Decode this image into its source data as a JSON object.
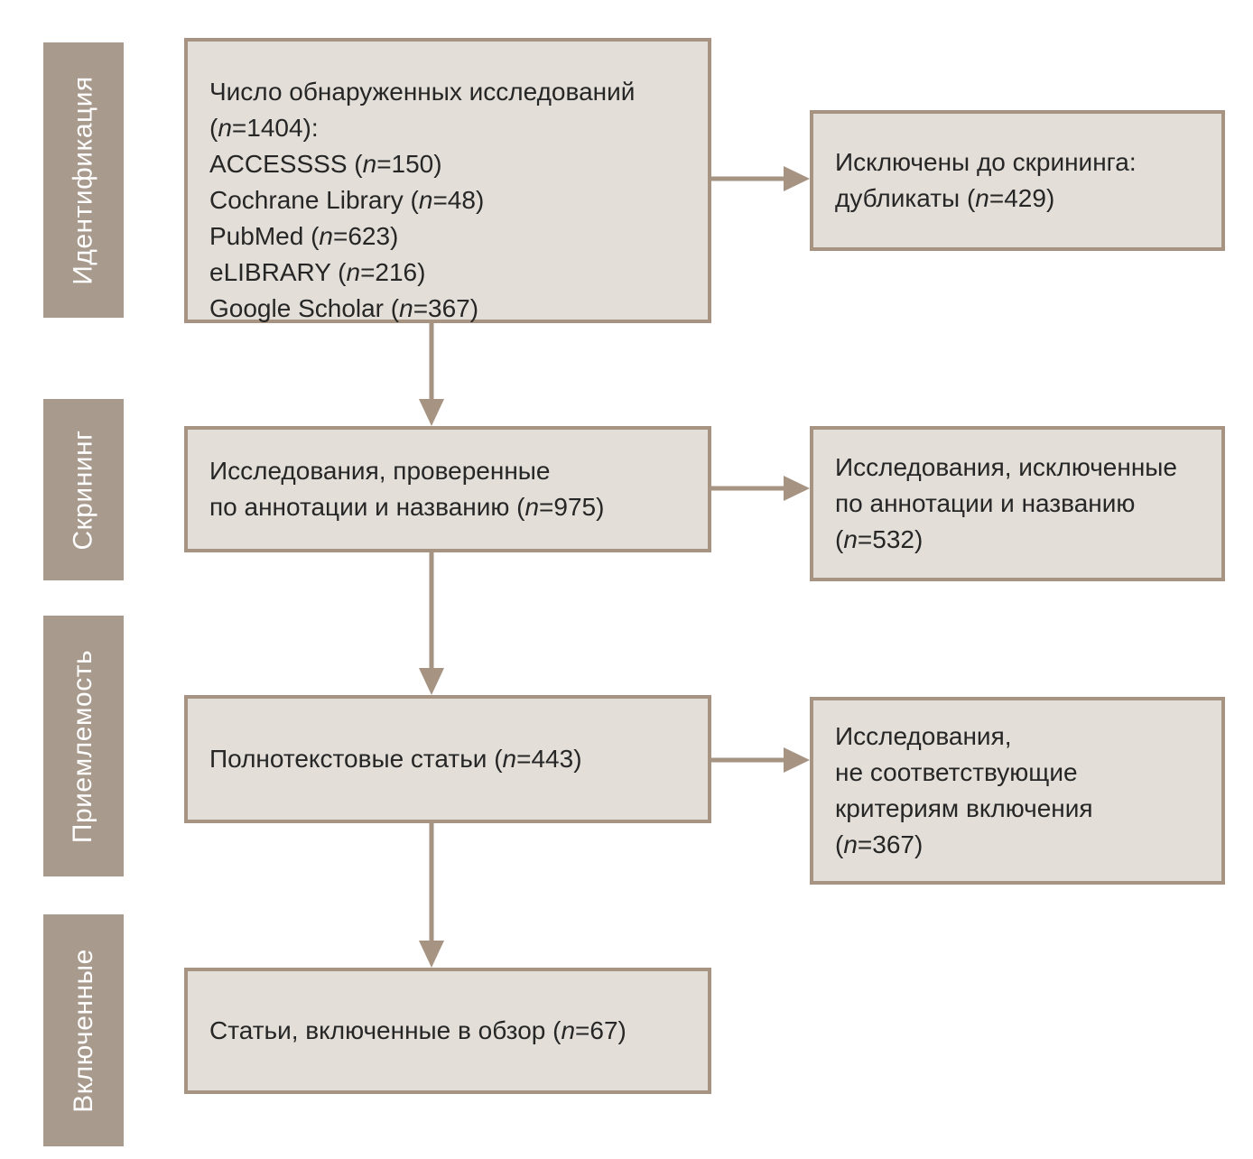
{
  "palette": {
    "background": "#ffffff",
    "box_fill": "#e3dfd8",
    "box_border": "#a69382",
    "arrow": "#a69382",
    "stage_fill": "#a89a8c",
    "stage_text": "#ffffff",
    "box_text": "#262626"
  },
  "stages": [
    {
      "label": "Идентификация"
    },
    {
      "label": "Скрининг"
    },
    {
      "label": "Приемлемость"
    },
    {
      "label": "Включенные"
    }
  ],
  "main_boxes": [
    {
      "name": "records-identified",
      "lines": [
        "Число обнаруженных исследований",
        "(n=1404):",
        "ACCESSSS (n=150)",
        "Cochrane Library (n=48)",
        "PubMed (n=623)",
        "eLIBRARY (n=216)",
        "Google Scholar (n=367)"
      ]
    },
    {
      "name": "records-screened",
      "lines": [
        "Исследования, проверенные",
        "по аннотации и названию (n=975)"
      ]
    },
    {
      "name": "fulltext-articles",
      "lines": [
        "Полнотекстовые статьи (n=443)"
      ]
    },
    {
      "name": "included-articles",
      "lines": [
        "Статьи, включенные в обзор (n=67)"
      ]
    }
  ],
  "side_boxes": [
    {
      "name": "excluded-before-screening",
      "lines": [
        "Исключены до скрининга:",
        "дубликаты (n=429)"
      ]
    },
    {
      "name": "excluded-by-abstract-title",
      "lines": [
        "Исследования, исключенные",
        "по аннотации и названию",
        "(n=532)"
      ]
    },
    {
      "name": "excluded-by-criteria",
      "lines": [
        "Исследования,",
        "не соответствующие",
        "критериям включения",
        "(n=367)"
      ]
    }
  ]
}
